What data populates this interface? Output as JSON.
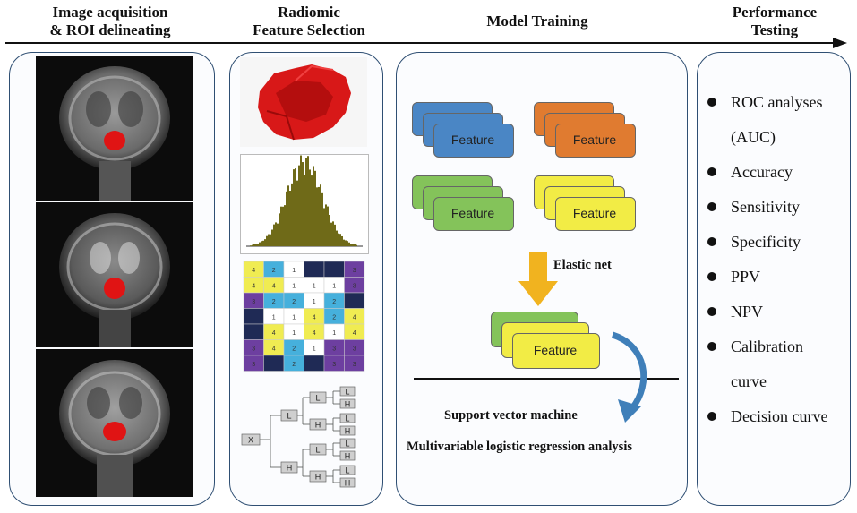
{
  "headers": {
    "step1": [
      "Image acquisition",
      "& ROI delineating"
    ],
    "step2": [
      "Radiomic",
      "Feature Selection"
    ],
    "step3": "Model Training",
    "step4": [
      "Performance",
      "Testing"
    ]
  },
  "feature_selection": {
    "grid_values": [
      [
        "4",
        "2",
        "1",
        "",
        "",
        "3"
      ],
      [
        "4",
        "4",
        "1",
        "1",
        "1",
        "3"
      ],
      [
        "3",
        "2",
        "2",
        "1",
        "2",
        ""
      ],
      [
        "",
        "1",
        "1",
        "4",
        "2",
        "4"
      ],
      [
        "",
        "4",
        "1",
        "4",
        "1",
        "4"
      ],
      [
        "3",
        "4",
        "2",
        "1",
        "3",
        "3"
      ],
      [
        "3",
        "",
        "2",
        "",
        "3",
        "3"
      ]
    ],
    "tree": {
      "root": "X",
      "level1": [
        "L",
        "H"
      ],
      "level2": [
        "L",
        "H",
        "L",
        "H"
      ],
      "leaves": [
        "L",
        "H",
        "L",
        "H",
        "L",
        "H",
        "L",
        "H"
      ]
    }
  },
  "model_training": {
    "feature_label": "Feature",
    "elastic_net": "Elastic net",
    "svm": "Support vector machine",
    "logistic": "Multivariable logistic regression analysis",
    "colors": {
      "blue": "#4a86c5",
      "orange": "#e07b30",
      "green": "#84c35a",
      "yellow": "#f2ec45",
      "arrow": "#f1b31f",
      "curve_arrow": "#3f7fb9"
    }
  },
  "performance": {
    "items": [
      {
        "text": "ROC analyses",
        "bullet": true
      },
      {
        "text": "(AUC)",
        "bullet": false
      },
      {
        "text": "Accuracy",
        "bullet": true
      },
      {
        "text": "Sensitivity",
        "bullet": true
      },
      {
        "text": "Specificity",
        "bullet": true
      },
      {
        "text": "PPV",
        "bullet": true
      },
      {
        "text": "NPV",
        "bullet": true
      },
      {
        "text": "Calibration",
        "bullet": true
      },
      {
        "text": "curve",
        "bullet": false
      },
      {
        "text": "Decision curve",
        "bullet": true
      }
    ]
  }
}
